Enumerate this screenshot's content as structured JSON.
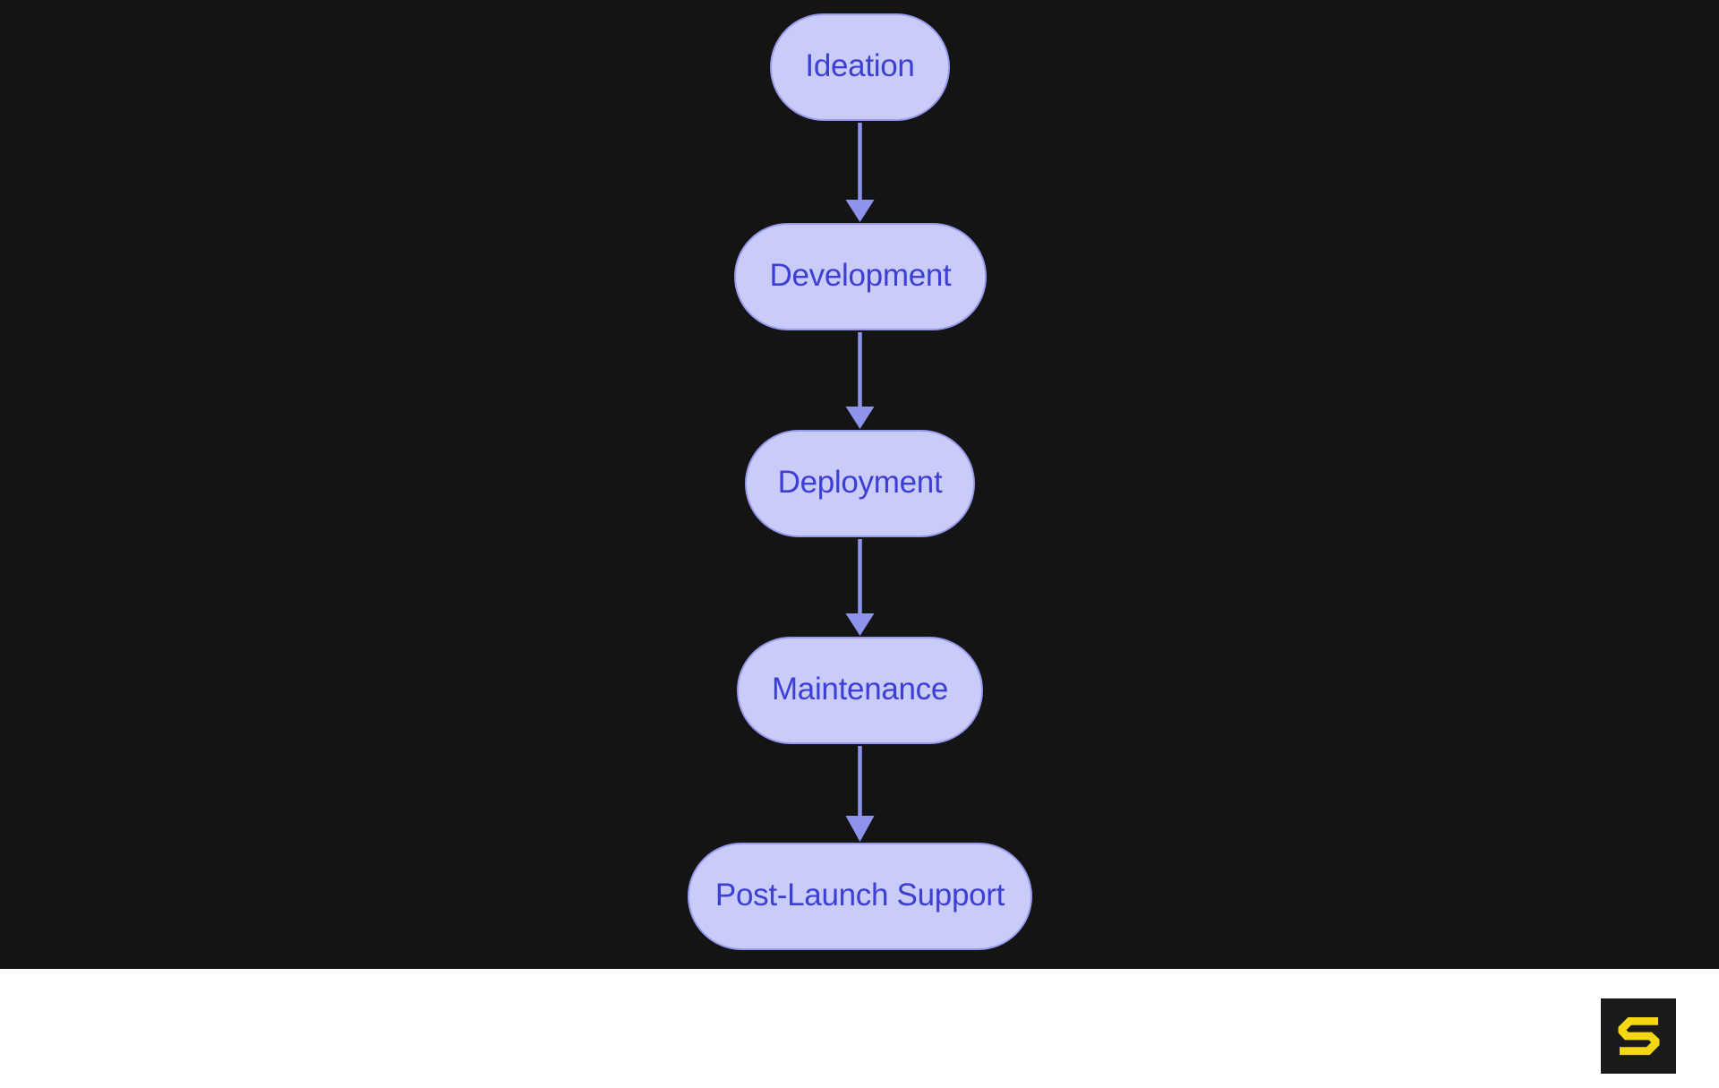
{
  "flowchart": {
    "nodes": [
      {
        "id": "ideation",
        "label": "Ideation"
      },
      {
        "id": "development",
        "label": "Development"
      },
      {
        "id": "deployment",
        "label": "Deployment"
      },
      {
        "id": "maintenance",
        "label": "Maintenance"
      },
      {
        "id": "post-launch-support",
        "label": "Post-Launch Support"
      }
    ],
    "edges": [
      {
        "from": "Ideation",
        "to": "Development"
      },
      {
        "from": "Development",
        "to": "Deployment"
      },
      {
        "from": "Deployment",
        "to": "Maintenance"
      },
      {
        "from": "Maintenance",
        "to": "Post-Launch Support"
      }
    ],
    "direction": "top-down"
  },
  "colors": {
    "canvas_bg": "#141414",
    "node_fill": "#C9CBF8",
    "node_border": "#979CEF",
    "node_text": "#3D3ED3",
    "arrow": "#8E93EC",
    "footer_bg": "#FFFFFF",
    "logo_bg": "#1A1A1A",
    "logo_glyph": "#F4D712"
  },
  "footer": {
    "logo_icon": "s-logo-icon"
  }
}
